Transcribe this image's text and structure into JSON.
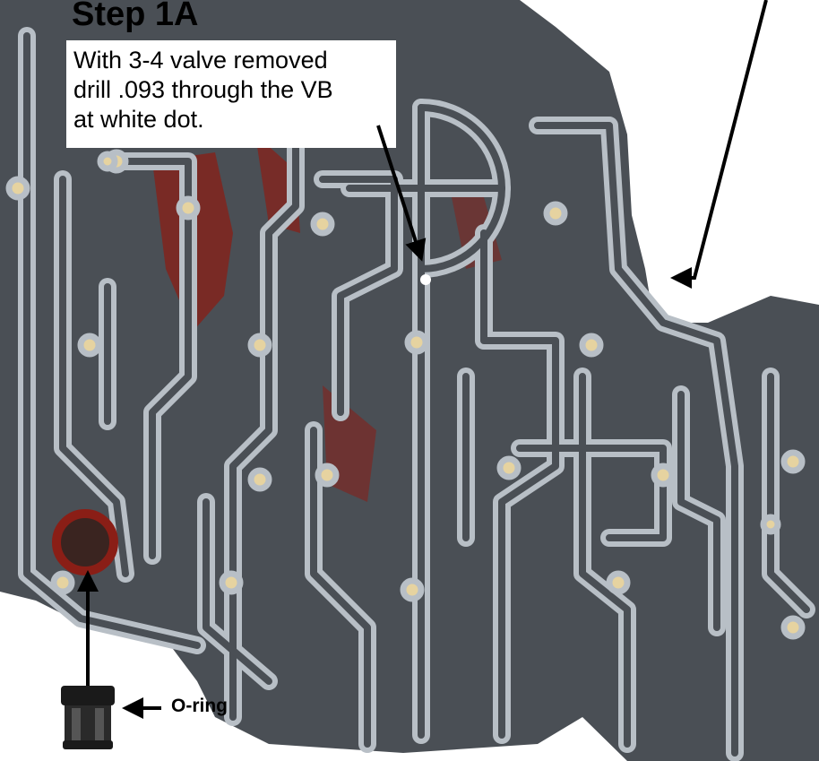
{
  "callout": {
    "title": "Step 1A",
    "lines": [
      "With 3-4 valve removed",
      "drill .093 through the VB",
      "at white dot."
    ]
  },
  "label": {
    "oring": "O-ring"
  },
  "colors": {
    "casting": "#4a4f55",
    "gasket": "#b8bfc6",
    "redAccent": "#8a1e16",
    "brass": "#e6d3a0",
    "ink": "#000000",
    "paper": "#ffffff"
  }
}
